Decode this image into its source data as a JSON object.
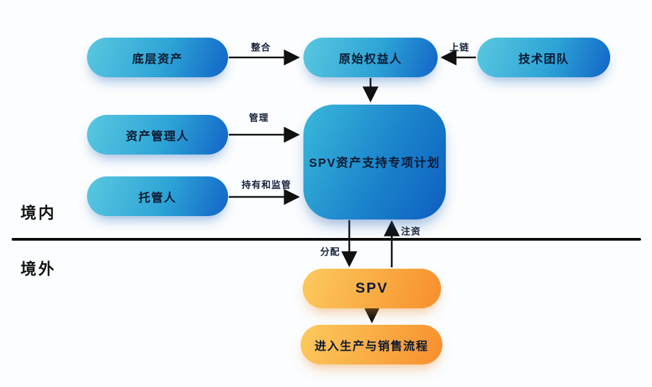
{
  "diagram": {
    "title_hint": "SPV asset securitization flow (domestic / overseas)",
    "regions": {
      "domestic": "境内",
      "overseas": "境外"
    },
    "nodes": {
      "underlying_assets": "底层资产",
      "originator": "原始权益人",
      "tech_team": "技术团队",
      "asset_manager": "资产管理人",
      "custodian": "托管人",
      "spv_plan": "SPV资产支持专项计划",
      "spv": "SPV",
      "production": "进入生产与销售流程"
    },
    "edge_labels": {
      "integrate": "整合",
      "onchain": "上链",
      "manage": "管理",
      "hold_supervise": "持有和监管",
      "inject": "注资",
      "distribute": "分配"
    },
    "colors": {
      "blue_gradient_start": "#5ac8e0",
      "blue_gradient_end": "#1264c7",
      "big_box_gradient_start": "#3ab9da",
      "big_box_gradient_end": "#0e5ec0",
      "orange_gradient_start": "#fcca5e",
      "orange_gradient_end": "#f78e2d",
      "arrow_color": "#111111",
      "node_text_color": "#0c1a33",
      "background": "#fbfdfe"
    }
  }
}
